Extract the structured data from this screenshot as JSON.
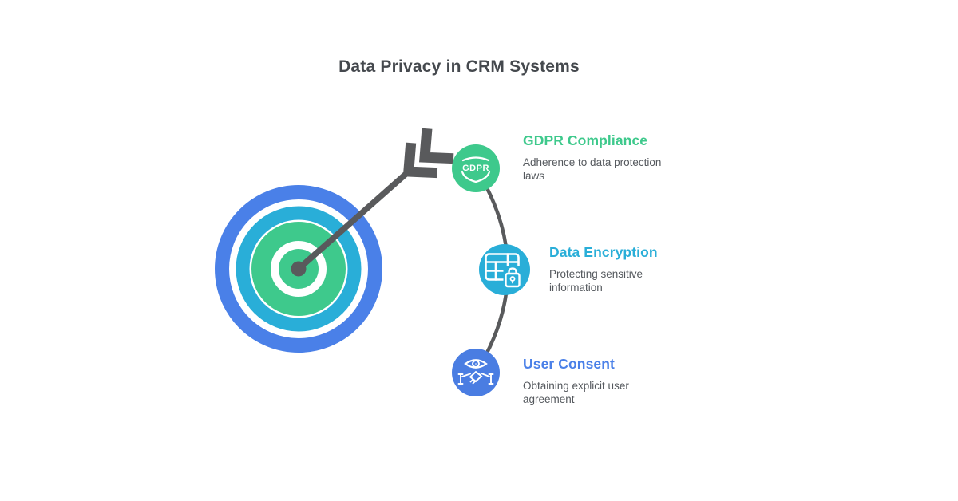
{
  "title": "Data Privacy in CRM Systems",
  "items": [
    {
      "heading": "GDPR Compliance",
      "description": "Adherence to data protection laws",
      "accent_color": "#3EC98C",
      "icon": "gdpr-shield-icon",
      "badge_text": "GDPR"
    },
    {
      "heading": "Data Encryption",
      "description": "Protecting sensitive information",
      "accent_color": "#29AED8",
      "icon": "table-lock-icon"
    },
    {
      "heading": "User Consent",
      "description": "Obtaining explicit user agreement",
      "accent_color": "#4A80E8",
      "icon": "eye-handshake-icon"
    }
  ],
  "graphics": {
    "target_ring_colors": [
      "#4A80E8",
      "#29AED8",
      "#3EC98C"
    ],
    "arrow_color": "#595A5C",
    "connector_color": "#595A5C"
  },
  "text_colors": {
    "title": "#45494E",
    "body": "#54585D"
  },
  "background": "#FFFFFF"
}
